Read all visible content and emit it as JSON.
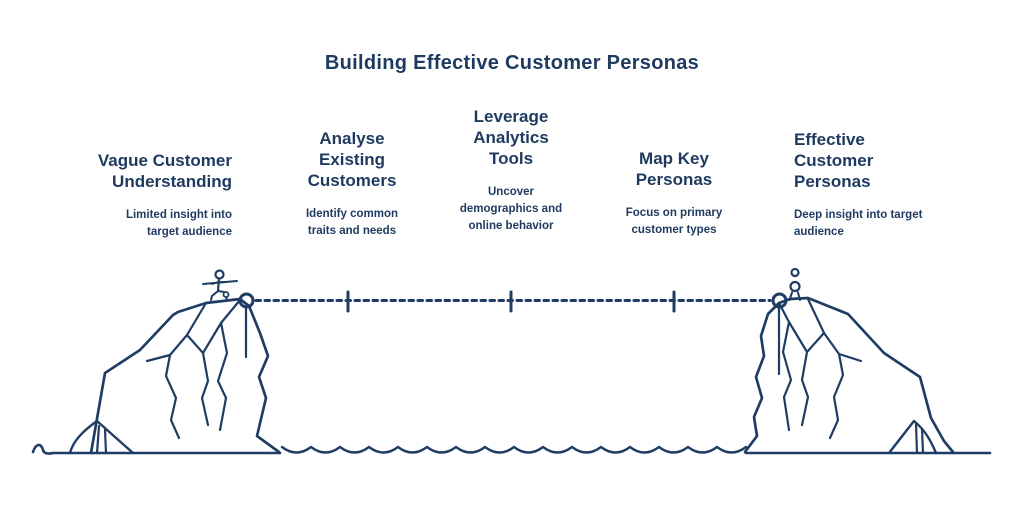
{
  "title": "Building Effective Customer Personas",
  "colors": {
    "ink": "#1f3d63",
    "text": "#1e3a5f",
    "background": "#ffffff"
  },
  "steps": [
    {
      "heading": "Vague Customer\nUnderstanding",
      "description": "Limited insight into\ntarget audience"
    },
    {
      "heading": "Analyse\nExisting\nCustomers",
      "description": "Identify common\ntraits and needs"
    },
    {
      "heading": "Leverage\nAnalytics\nTools",
      "description": "Uncover\ndemographics and\nonline behavior"
    },
    {
      "heading": "Map Key\nPersonas",
      "description": "Focus on primary\ncustomer types"
    },
    {
      "heading": "Effective\nCustomer\nPersonas",
      "description": "Deep insight into target\naudience"
    }
  ],
  "scene": {
    "elements": [
      "left-cliff",
      "right-cliff",
      "left-rock",
      "right-rock",
      "tightrope-walker-icon",
      "standing-figure-icon",
      "left-anchor-pulley-icon",
      "right-anchor-pulley-icon",
      "tightrope-dashed-line",
      "rope-tick-marks",
      "water-waves",
      "ground-line-left",
      "ground-line-right"
    ],
    "rope_tick_count": 3
  }
}
